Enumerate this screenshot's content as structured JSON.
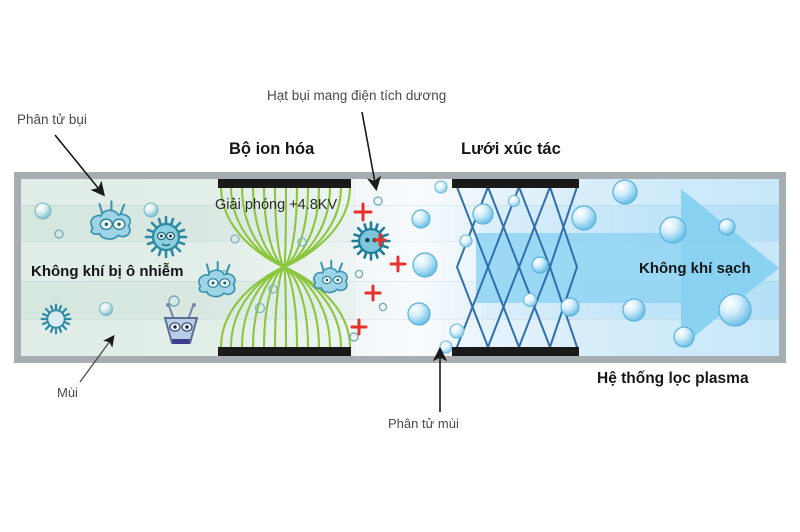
{
  "diagram": {
    "title_bottom_right": "Hệ thống lọc plasma",
    "callouts": {
      "dust_particle": "Phân tử bụi",
      "charged_dust": "Hạt bụi mang điện tích dương",
      "odor": "Mùi",
      "odor_molecule": "Phân tử mùi"
    },
    "component_labels": {
      "ionizer": "Bộ ion hóa",
      "catalyst_mesh": "Lưới xúc tác"
    },
    "inside_labels": {
      "polluted_air": "Không khí bị ô nhiễm",
      "release_voltage": "Giải phóng +4.8KV",
      "clean_air": "Không khí sạch"
    },
    "icons": {
      "virus": "virus-icon",
      "bacteria": "bacteria-icon",
      "odor_germ": "odor-germ-icon",
      "positive_charge": "plus-charge-icon",
      "particle": "particle-bubble-icon",
      "arrow": "arrow-pointer-icon",
      "flow_arrow": "clean-air-flow-arrow-icon"
    },
    "colors": {
      "frame": "#a7adb0",
      "polluted_zone": "#d8e8e1",
      "clean_zone": "#b4e0f7",
      "ionizer_field": "#8cc63f",
      "mesh_line": "#2f6fb0",
      "charge_red": "#e8302a",
      "electrode": "#1a1a1a",
      "arrow_fill": "#8fd4f2"
    }
  }
}
